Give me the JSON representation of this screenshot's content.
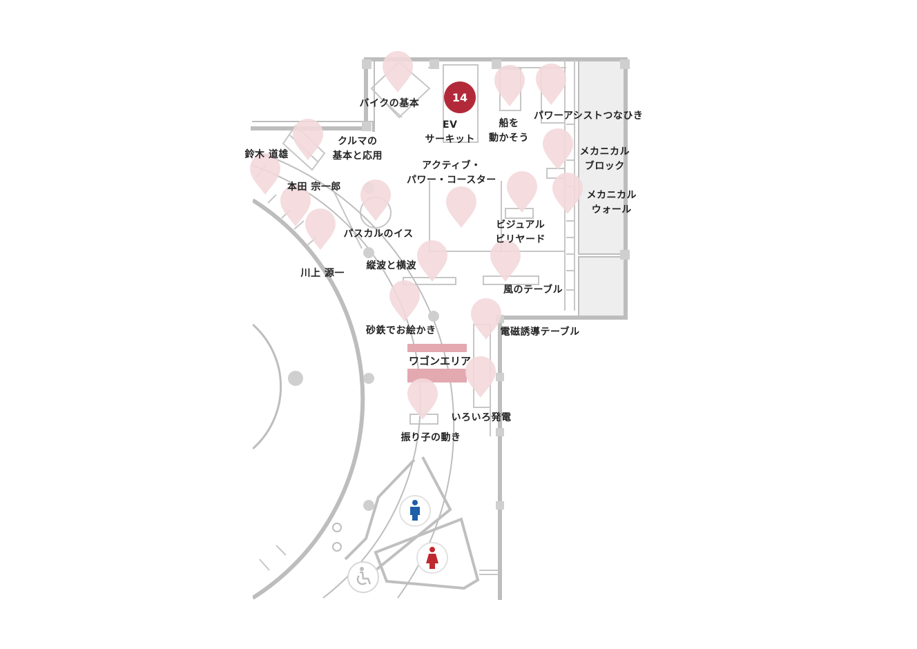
{
  "colors": {
    "wall": "#bdbdbd",
    "room_fill": "#eeeeee",
    "pin": "#f3d9dc",
    "badge": "#b22a3a",
    "wagon": "#e3a9b0",
    "men_icon": "#1f5ea8",
    "women_icon": "#c0282f",
    "column": "#cfcfcf"
  },
  "icons": {
    "pin": "map-pin-icon",
    "men": "men-restroom-icon",
    "women": "women-restroom-icon",
    "accessible": "wheelchair-icon"
  },
  "badge": {
    "number": "14"
  },
  "areas": {
    "wagon": "ワゴンエリア"
  },
  "exhibits": [
    {
      "id": "bike",
      "lines": [
        "バイクの基本"
      ]
    },
    {
      "id": "ev",
      "lines": [
        "EV",
        "サーキット"
      ]
    },
    {
      "id": "ship",
      "lines": [
        "船を",
        "動かそう"
      ]
    },
    {
      "id": "power_assist",
      "lines": [
        "パワーアシストつなひき"
      ]
    },
    {
      "id": "car",
      "lines": [
        "クルマの",
        "基本と応用"
      ]
    },
    {
      "id": "suzuki",
      "lines": [
        "鈴木 道雄"
      ]
    },
    {
      "id": "mech_block",
      "lines": [
        "メカニカル",
        "ブロック"
      ]
    },
    {
      "id": "active",
      "lines": [
        "アクティブ・",
        "パワー・コースター"
      ]
    },
    {
      "id": "honda",
      "lines": [
        "本田 宗一郎"
      ]
    },
    {
      "id": "mech_wall",
      "lines": [
        "メカニカル",
        "ウォール"
      ]
    },
    {
      "id": "billiard",
      "lines": [
        "ビジュアル",
        "ビリヤード"
      ]
    },
    {
      "id": "pascal",
      "lines": [
        "パスカルのイス"
      ]
    },
    {
      "id": "kawakami",
      "lines": [
        "川上 源一"
      ]
    },
    {
      "id": "wave",
      "lines": [
        "縦波と横波"
      ]
    },
    {
      "id": "wind",
      "lines": [
        "風のテーブル"
      ]
    },
    {
      "id": "sand",
      "lines": [
        "砂鉄でお絵かき"
      ]
    },
    {
      "id": "em",
      "lines": [
        "電磁誘導テーブル"
      ]
    },
    {
      "id": "gen",
      "lines": [
        "いろいろ発電"
      ]
    },
    {
      "id": "pendulum",
      "lines": [
        "振り子の動き"
      ]
    }
  ]
}
